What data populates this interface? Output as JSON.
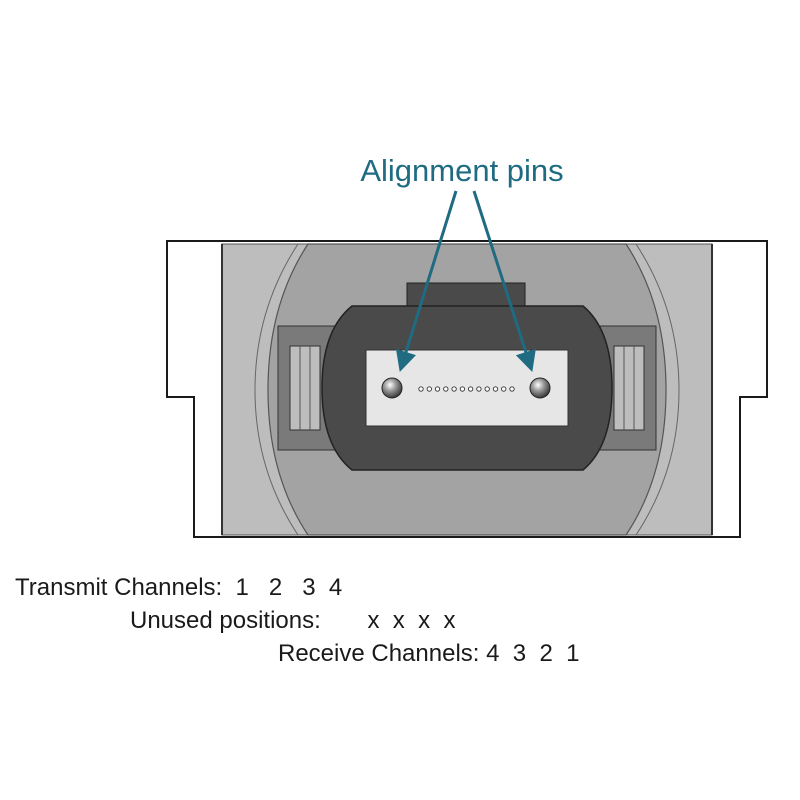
{
  "diagram": {
    "callout_label": "Alignment pins",
    "fiber_positions": 12
  },
  "legend": {
    "transmit": {
      "label": "Transmit Channels:",
      "values": "1   2   3  4"
    },
    "unused": {
      "label": "Unused positions:",
      "values": "x  x  x  x"
    },
    "receive": {
      "label": "Receive Channels:",
      "values": "4  3  2  1"
    }
  },
  "colors": {
    "housing_light": "#bdbdbd",
    "housing_mid": "#9a9a9a",
    "connector_dark": "#4a4a4a",
    "ferrule": "#e6e6e6",
    "callout": "#1f6b82"
  }
}
